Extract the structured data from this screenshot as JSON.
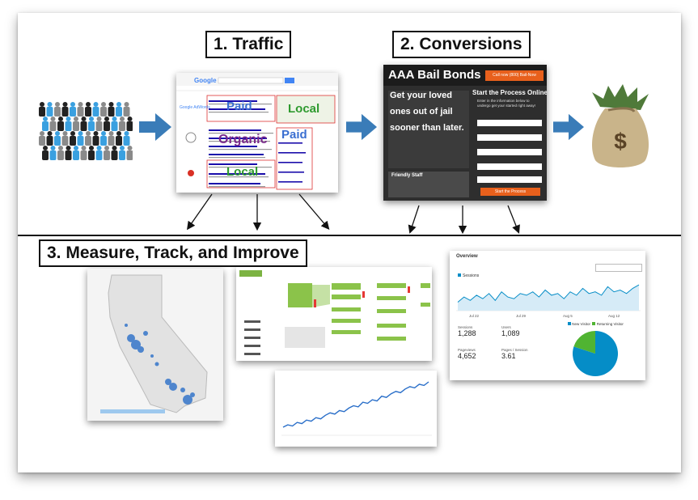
{
  "sections": {
    "traffic_title": "1. Traffic",
    "conversions_title": "2. Conversions",
    "measure_title": "3. Measure, Track, and Improve"
  },
  "serp": {
    "logo_text": "Google",
    "adwords_label": "Google AdWords",
    "labels": {
      "paid": "Paid",
      "organic": "Organic",
      "local": "Local",
      "paid_right": "Paid",
      "local_right": "Local"
    }
  },
  "landing": {
    "brand": "AAA Bail Bonds",
    "call_button": "Call now (800) Bail-Now",
    "headline_1": "Get your loved",
    "headline_2": "ones out of jail",
    "headline_3": "sooner than later.",
    "form_title": "Start the Process Online",
    "form_subtitle": "Enter in the information below to undergo get your started right away!",
    "friendly_title": "Friendly Staff",
    "submit_label": "Start the Process"
  },
  "analytics": {
    "tab": "Overview",
    "sessions_label": "Sessions",
    "month_labels": [
      "Jul 22",
      "Jul 29",
      "Aug 5",
      "Aug 12"
    ],
    "metrics": [
      {
        "name": "Sessions",
        "value": "1,288"
      },
      {
        "name": "Users",
        "value": "1,089"
      },
      {
        "name": "Pageviews",
        "value": "4,652"
      },
      {
        "name": "Pages / Session",
        "value": "3.61"
      }
    ],
    "legend_new": "New Visitor",
    "legend_returning": "Returning Visitor",
    "pie_new": 0.8,
    "colors": {
      "new": "#058dc7",
      "returning": "#50b432"
    }
  },
  "trend": {
    "values": [
      12,
      14,
      13,
      16,
      15,
      18,
      17,
      20,
      19,
      22,
      24,
      23,
      26,
      25,
      28,
      30,
      29,
      33,
      32,
      35,
      34,
      38,
      37,
      40,
      42,
      41,
      44,
      46,
      45,
      48,
      47,
      50
    ]
  },
  "colors": {
    "arrow": "#3a7cb8",
    "people_dark": "#222",
    "people_blue": "#3aa0e0",
    "people_gray": "#8a8a8a"
  }
}
